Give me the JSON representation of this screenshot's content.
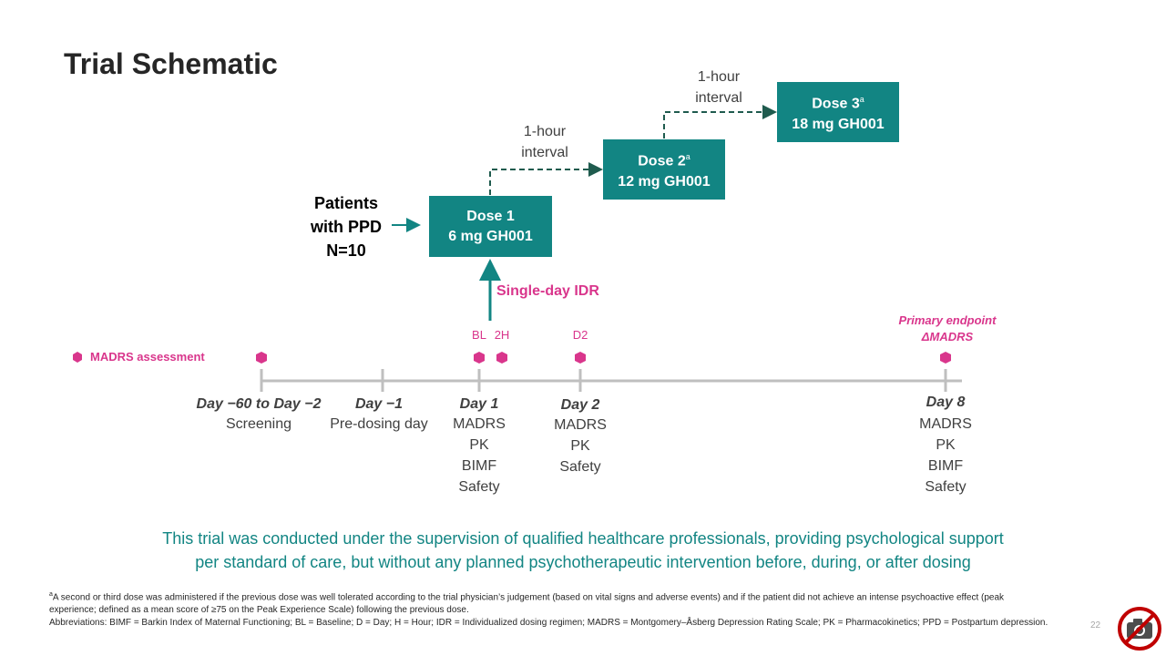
{
  "title": "Trial Schematic",
  "patients": [
    "Patients",
    "with PPD",
    "N=10"
  ],
  "doses": [
    {
      "name": "Dose 1",
      "sup": "",
      "amount": "6 mg GH001"
    },
    {
      "name": "Dose 2",
      "sup": "a",
      "amount": "12 mg GH001"
    },
    {
      "name": "Dose 3",
      "sup": "a",
      "amount": "18 mg GH001"
    }
  ],
  "intervals": [
    {
      "line1": "1-hour",
      "line2": "interval"
    },
    {
      "line1": "1-hour",
      "line2": "interval"
    }
  ],
  "idr_label": "Single-day IDR",
  "legend": {
    "label": "MADRS assessment",
    "color": "#d9368c"
  },
  "markers": {
    "bl": "BL",
    "h2": "2H",
    "d2": "D2"
  },
  "primary_endpoint": [
    "Primary endpoint",
    "ΔMADRS"
  ],
  "timeline": [
    {
      "day": "Day −60 to Day −2",
      "items": [
        "Screening"
      ]
    },
    {
      "day": "Day −1",
      "items": [
        "Pre-dosing day"
      ]
    },
    {
      "day": "Day 1",
      "items": [
        "MADRS",
        "PK",
        "BIMF",
        "Safety"
      ]
    },
    {
      "day": "Day 2",
      "items": [
        "MADRS",
        "PK",
        "Safety"
      ]
    },
    {
      "day": "Day 8",
      "items": [
        "MADRS",
        "PK",
        "BIMF",
        "Safety"
      ]
    }
  ],
  "note": [
    "This trial was conducted under the supervision of qualified healthcare professionals, providing psychological support",
    "per standard of care, but without any planned psychotherapeutic intervention before, during, or after dosing"
  ],
  "footnote": {
    "sup": "a",
    "text": "A second or third dose was administered if the previous dose was well tolerated according to the trial physician’s judgement (based on vital signs and adverse events) and if the patient did not achieve an intense psychoactive effect (peak experience; defined as a mean score of ≥75 on the Peak Experience Scale) following the previous dose.",
    "abbreviations": "Abbreviations: BIMF = Barkin Index of Maternal Functioning; BL = Baseline; D = Day; H = Hour; IDR = Individualized dosing regimen; MADRS = Montgomery–Åsberg Depression Rating Scale; PK = Pharmacokinetics; PPD = Postpartum depression."
  },
  "page_number": "22",
  "colors": {
    "teal": "#128583",
    "pink": "#d9368c",
    "axis": "#bfbfbf",
    "text": "#404040"
  },
  "icons": {
    "corner": "no-camera-icon"
  }
}
